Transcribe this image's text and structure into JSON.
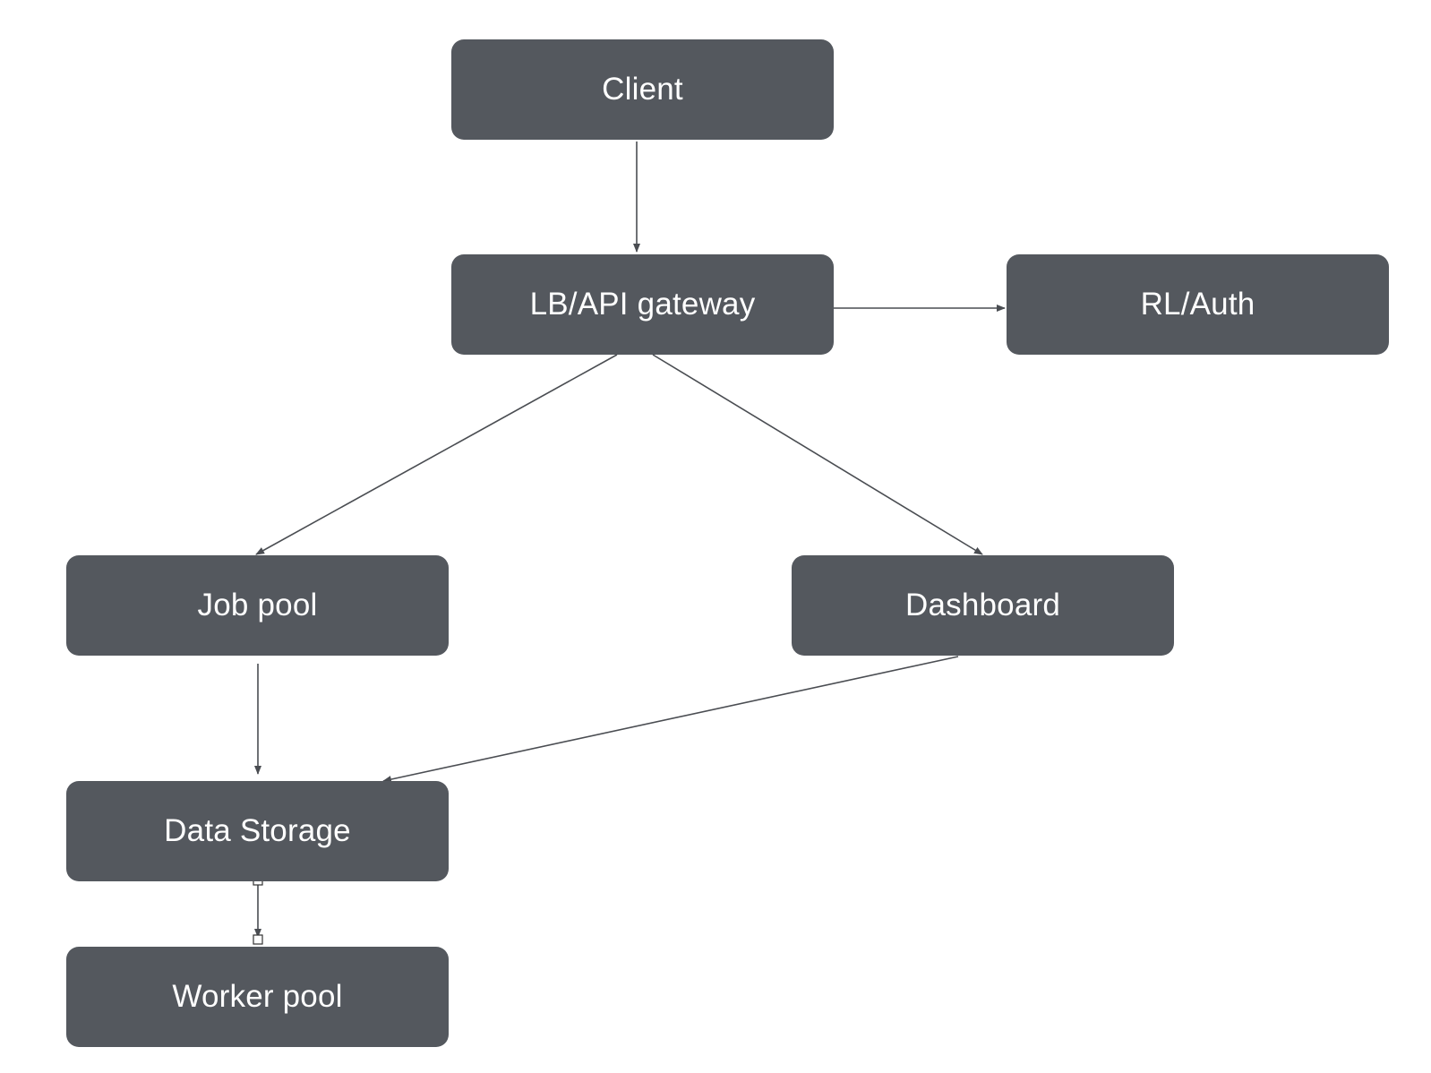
{
  "nodes": {
    "client": "Client",
    "gateway": "LB/API gateway",
    "auth": "RL/Auth",
    "job_pool": "Job pool",
    "dashboard": "Dashboard",
    "data_storage": "Data Storage",
    "worker_pool": "Worker pool"
  },
  "edges": [
    {
      "from": "Client",
      "to": "LB/API gateway"
    },
    {
      "from": "LB/API gateway",
      "to": "RL/Auth"
    },
    {
      "from": "LB/API gateway",
      "to": "Job pool"
    },
    {
      "from": "LB/API gateway",
      "to": "Dashboard"
    },
    {
      "from": "Job pool",
      "to": "Data Storage"
    },
    {
      "from": "Dashboard",
      "to": "Data Storage"
    },
    {
      "from": "Data Storage",
      "to": "Worker pool"
    }
  ],
  "colors": {
    "node_fill": "#54585e",
    "node_text": "#ffffff",
    "edge": "#4a4d52",
    "background": "#ffffff"
  }
}
